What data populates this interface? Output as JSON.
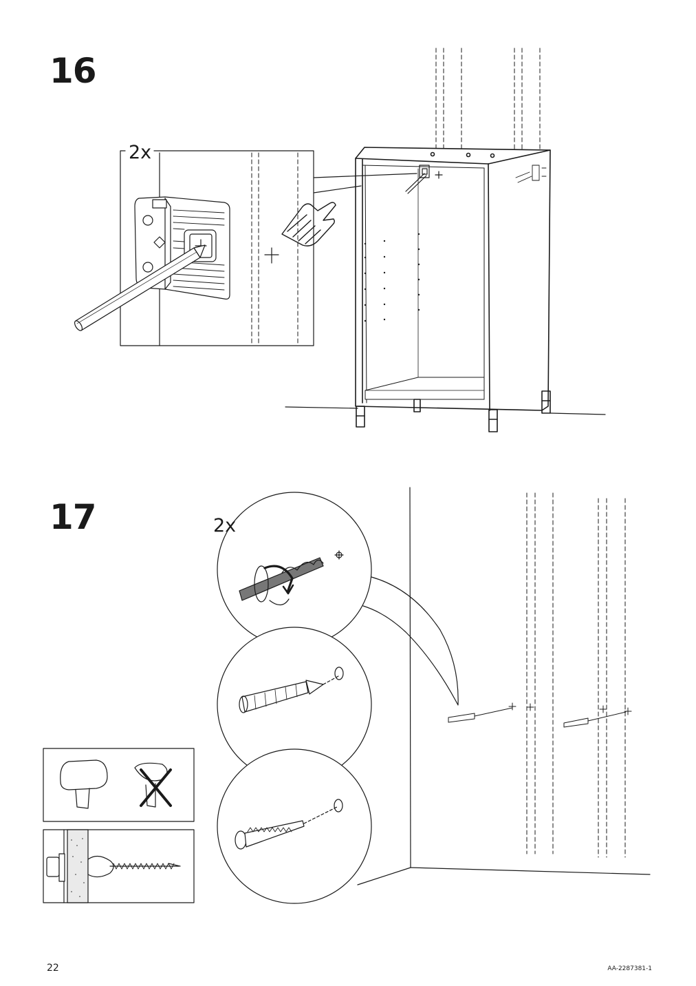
{
  "page": {
    "page_number": "22",
    "document_code": "AA-2287381-1"
  },
  "steps": [
    {
      "number": "16",
      "quantity": "2x"
    },
    {
      "number": "17",
      "quantity": "2x"
    }
  ],
  "icons": {
    "step16": [
      "pencil-icon",
      "wall-bracket-icon",
      "hand-pointing-icon",
      "cabinet-frame-icon"
    ],
    "step17": [
      "drill-bit-icon",
      "wall-plug-icon",
      "screw-icon",
      "screw-head-compare-icon",
      "wall-section-icon"
    ]
  }
}
